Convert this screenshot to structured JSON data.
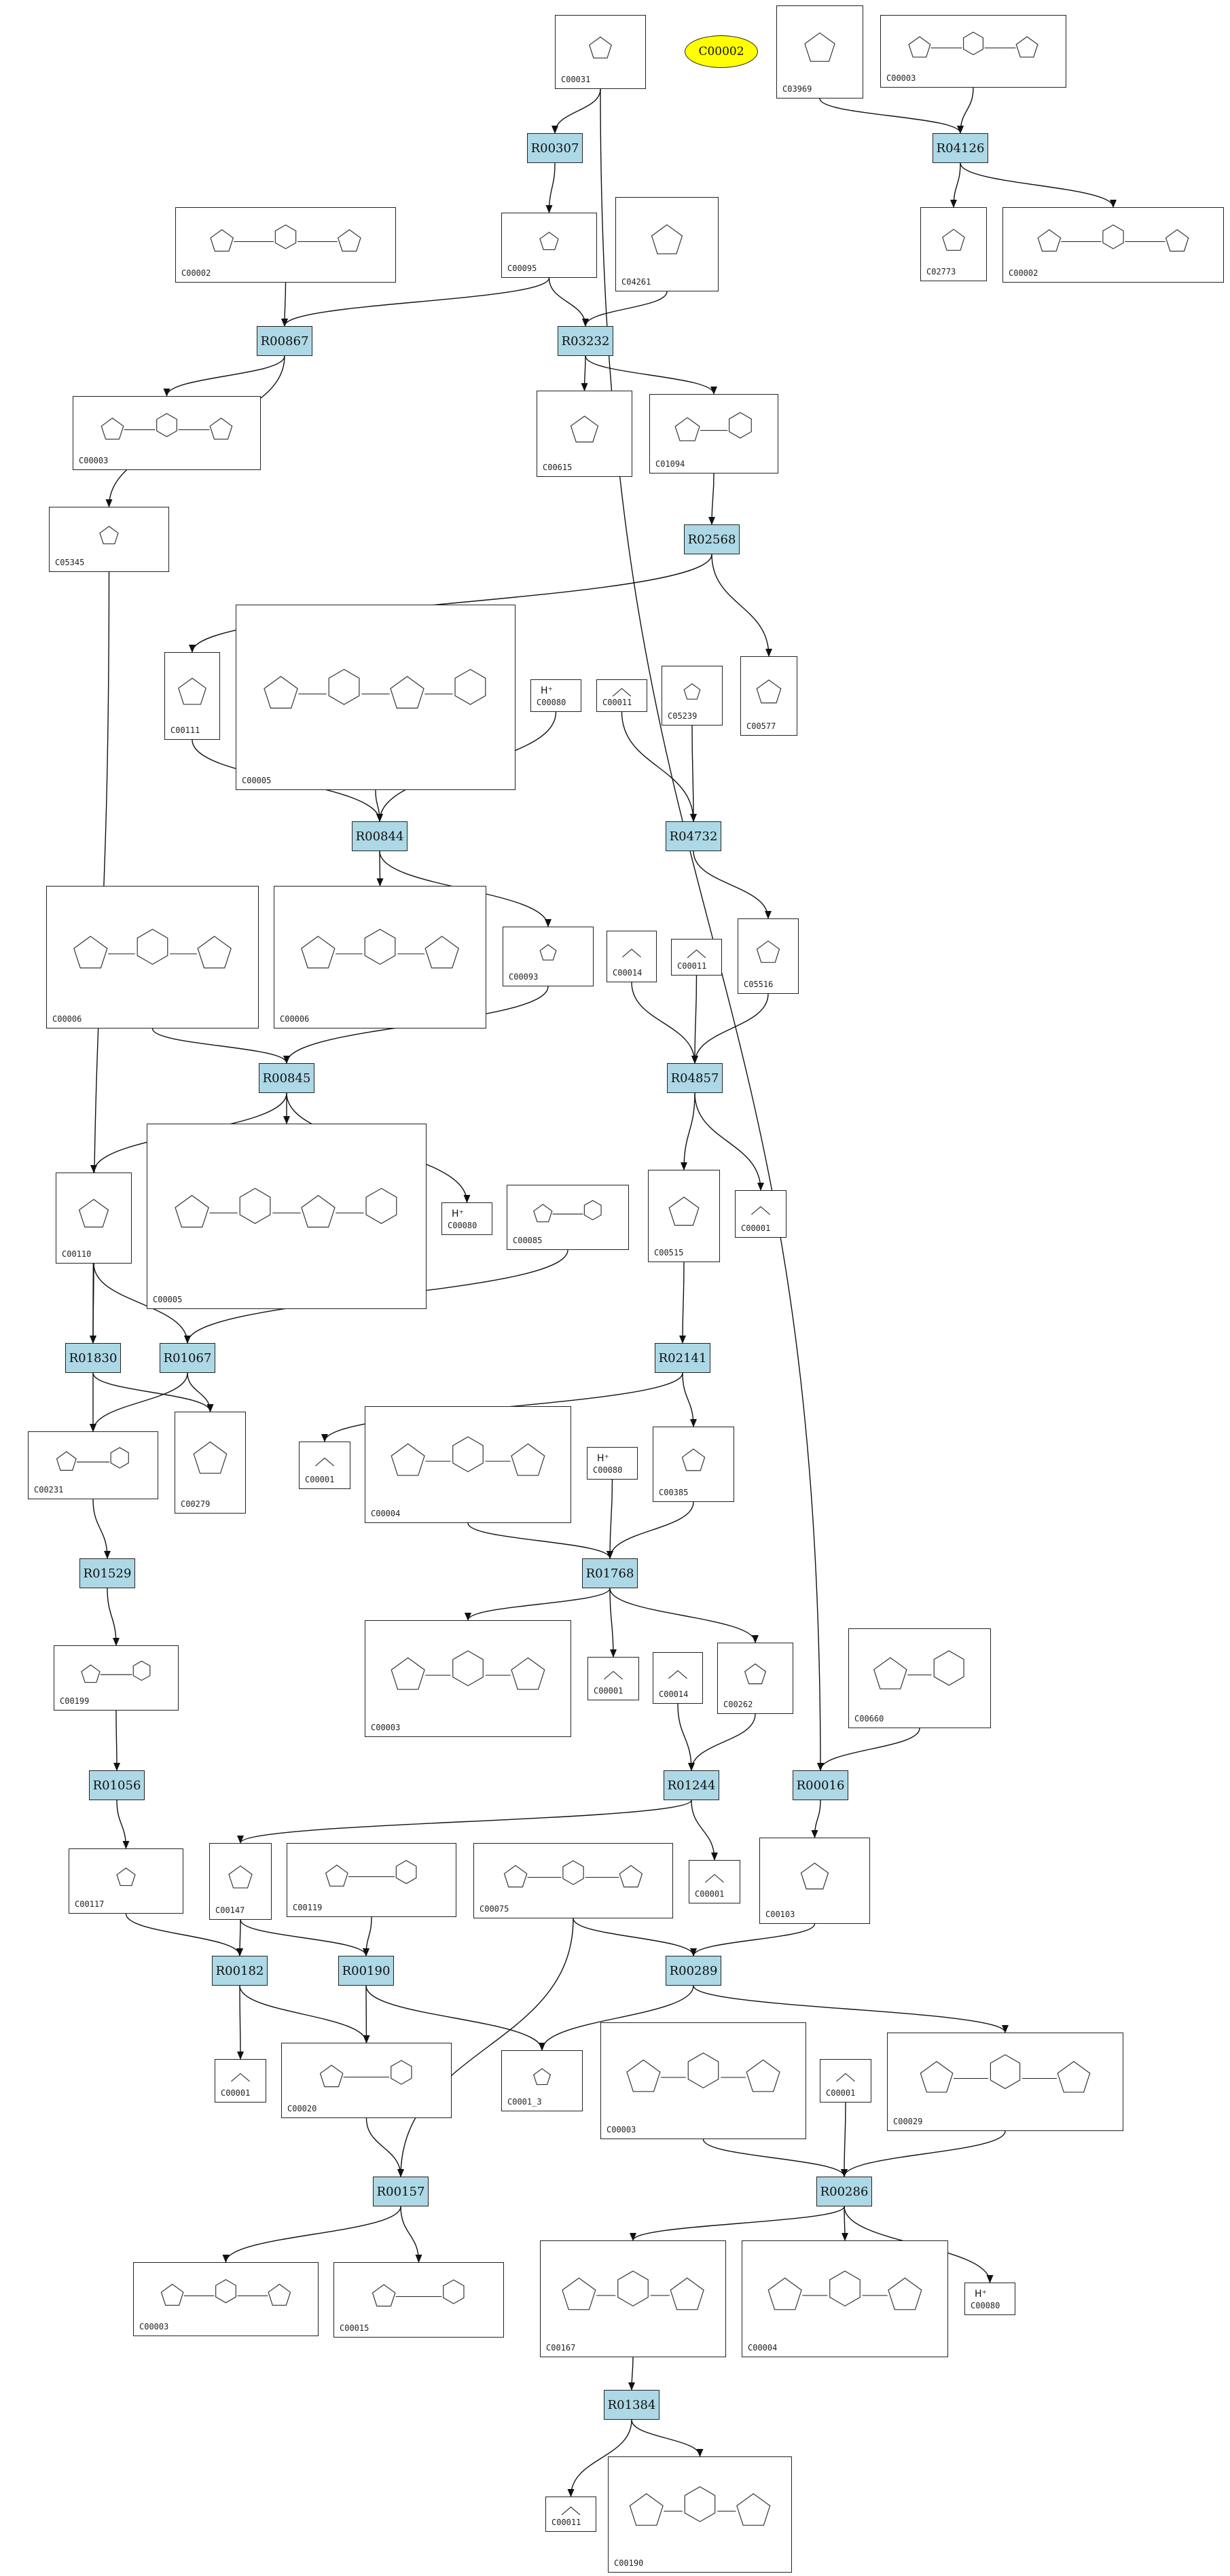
{
  "diagram": {
    "seed": {
      "id": "seed",
      "label": "C00002"
    },
    "reactions": [
      {
        "id": "R00307",
        "label": "R00307"
      },
      {
        "id": "R04126",
        "label": "R04126"
      },
      {
        "id": "R00867",
        "label": "R00867"
      },
      {
        "id": "R03232",
        "label": "R03232"
      },
      {
        "id": "R02568",
        "label": "R02568"
      },
      {
        "id": "R00844",
        "label": "R00844"
      },
      {
        "id": "R04732",
        "label": "R04732"
      },
      {
        "id": "R00845",
        "label": "R00845"
      },
      {
        "id": "R04857",
        "label": "R04857"
      },
      {
        "id": "R01830",
        "label": "R01830"
      },
      {
        "id": "R01067",
        "label": "R01067"
      },
      {
        "id": "R02141",
        "label": "R02141"
      },
      {
        "id": "R01529",
        "label": "R01529"
      },
      {
        "id": "R01768",
        "label": "R01768"
      },
      {
        "id": "R01056",
        "label": "R01056"
      },
      {
        "id": "R01244",
        "label": "R01244"
      },
      {
        "id": "R00016",
        "label": "R00016"
      },
      {
        "id": "R00182",
        "label": "R00182"
      },
      {
        "id": "R00190",
        "label": "R00190"
      },
      {
        "id": "R00289",
        "label": "R00289"
      },
      {
        "id": "R00157",
        "label": "R00157"
      },
      {
        "id": "R00286",
        "label": "R00286"
      },
      {
        "id": "R01384",
        "label": "R01384"
      }
    ],
    "compounds": [
      {
        "id": "n1",
        "code": "C00031",
        "ion": ""
      },
      {
        "id": "n2",
        "code": "C03969",
        "ion": ""
      },
      {
        "id": "n3",
        "code": "C00003",
        "ion": ""
      },
      {
        "id": "n4",
        "code": "C00002",
        "ion": ""
      },
      {
        "id": "n5",
        "code": "C00095",
        "ion": ""
      },
      {
        "id": "n6",
        "code": "C04261",
        "ion": ""
      },
      {
        "id": "n7",
        "code": "C02773",
        "ion": ""
      },
      {
        "id": "n8",
        "code": "C00002",
        "ion": ""
      },
      {
        "id": "n9",
        "code": "C00003",
        "ion": ""
      },
      {
        "id": "n10",
        "code": "C00615",
        "ion": ""
      },
      {
        "id": "n11",
        "code": "C01094",
        "ion": ""
      },
      {
        "id": "n12",
        "code": "C05345",
        "ion": ""
      },
      {
        "id": "n13",
        "code": "C00111",
        "ion": ""
      },
      {
        "id": "n14",
        "code": "C00005",
        "ion": ""
      },
      {
        "id": "n15",
        "code": "C00080",
        "ion": "H⁺"
      },
      {
        "id": "n16",
        "code": "C00011",
        "ion": ""
      },
      {
        "id": "n17",
        "code": "C05239",
        "ion": ""
      },
      {
        "id": "n18",
        "code": "C00577",
        "ion": ""
      },
      {
        "id": "n19",
        "code": "C00006",
        "ion": ""
      },
      {
        "id": "n20",
        "code": "C00006",
        "ion": ""
      },
      {
        "id": "n21",
        "code": "C00093",
        "ion": ""
      },
      {
        "id": "n22",
        "code": "C00014",
        "ion": ""
      },
      {
        "id": "n23",
        "code": "C00011",
        "ion": ""
      },
      {
        "id": "n24",
        "code": "C05516",
        "ion": ""
      },
      {
        "id": "n25",
        "code": "C00110",
        "ion": ""
      },
      {
        "id": "n26",
        "code": "C00005",
        "ion": ""
      },
      {
        "id": "n27",
        "code": "C00080",
        "ion": "H⁺"
      },
      {
        "id": "n28",
        "code": "C00085",
        "ion": ""
      },
      {
        "id": "n29",
        "code": "C00515",
        "ion": ""
      },
      {
        "id": "n30",
        "code": "C00001",
        "ion": ""
      },
      {
        "id": "n31",
        "code": "C00231",
        "ion": ""
      },
      {
        "id": "n32",
        "code": "C00279",
        "ion": ""
      },
      {
        "id": "n33",
        "code": "C00001",
        "ion": ""
      },
      {
        "id": "n34",
        "code": "C00004",
        "ion": ""
      },
      {
        "id": "n35",
        "code": "C00080",
        "ion": "H⁺"
      },
      {
        "id": "n36",
        "code": "C00385",
        "ion": ""
      },
      {
        "id": "n37",
        "code": "C00199",
        "ion": ""
      },
      {
        "id": "n38",
        "code": "C00003",
        "ion": ""
      },
      {
        "id": "n39",
        "code": "C00001",
        "ion": ""
      },
      {
        "id": "n40",
        "code": "C00014",
        "ion": ""
      },
      {
        "id": "n41",
        "code": "C00262",
        "ion": ""
      },
      {
        "id": "n42",
        "code": "C00660",
        "ion": ""
      },
      {
        "id": "n43",
        "code": "C00117",
        "ion": ""
      },
      {
        "id": "n44",
        "code": "C00147",
        "ion": ""
      },
      {
        "id": "n45",
        "code": "C00119",
        "ion": ""
      },
      {
        "id": "n46",
        "code": "C00075",
        "ion": ""
      },
      {
        "id": "n47",
        "code": "C00001",
        "ion": ""
      },
      {
        "id": "n48",
        "code": "C00103",
        "ion": ""
      },
      {
        "id": "n49",
        "code": "C00001",
        "ion": ""
      },
      {
        "id": "n50",
        "code": "C00020",
        "ion": ""
      },
      {
        "id": "n51",
        "code": "C0001_3",
        "ion": ""
      },
      {
        "id": "n52",
        "code": "C00003",
        "ion": ""
      },
      {
        "id": "n53",
        "code": "C00001",
        "ion": ""
      },
      {
        "id": "n54",
        "code": "C00029",
        "ion": ""
      },
      {
        "id": "n55",
        "code": "C00003",
        "ion": ""
      },
      {
        "id": "n56",
        "code": "C00015",
        "ion": ""
      },
      {
        "id": "n57",
        "code": "C00167",
        "ion": ""
      },
      {
        "id": "n58",
        "code": "C00004",
        "ion": ""
      },
      {
        "id": "n59",
        "code": "C00080",
        "ion": "H⁺"
      },
      {
        "id": "n60",
        "code": "C00011",
        "ion": ""
      },
      {
        "id": "n61",
        "code": "C00190",
        "ion": ""
      }
    ]
  }
}
